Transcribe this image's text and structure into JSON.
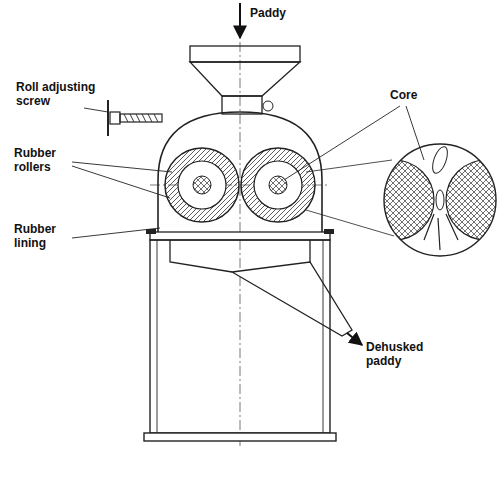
{
  "diagram": {
    "labels": [
      "Paddy",
      "Roll adjusting screw",
      "Core",
      "Rubber rollers",
      "Rubber lining",
      "Dehusked paddy"
    ]
  }
}
